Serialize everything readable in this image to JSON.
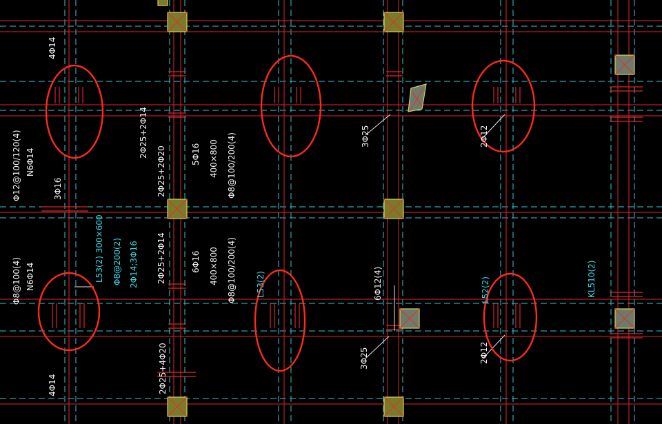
{
  "canvas": {
    "background": "#000000"
  },
  "colors": {
    "beam_line": "#35c8d8",
    "rebar": "#e0262a",
    "highlight_ring": "#ff2a1a",
    "column": "#d4d05a",
    "text_white": "#f2f2f2",
    "text_cyan": "#34d6e6"
  },
  "labels": {
    "top_left_4phi14": "4Φ14",
    "left_stirrup_top": "Φ12@100/120(4)",
    "left_n6_top": "N6Φ14",
    "left_3phi16": "3Φ16",
    "left_stirrup_bottom": "Φ8@100(4)",
    "left_n6_bottom": "N6Φ14",
    "bottom_left_4phi14": "4Φ14",
    "l53_name": "L53(2) 300×600",
    "l53_stirrup": "Φ8@200(2)",
    "l53_bars": "2Φ14;3Φ16",
    "mid_top_2phi25_2phi14": "2Φ25+2Φ14",
    "mid_top_2phi25_2phi20": "2Φ25+2Φ20",
    "mid_top_beam_bars": "5Φ16",
    "mid_top_beam_size": "400×800",
    "mid_top_beam_stirrup": "Φ8@100/200(4)",
    "mid_bottom_2phi25_2phi14": "2Φ25+2Φ14",
    "mid_bottom_beam_bars": "6Φ16",
    "mid_bottom_beam_size": "400×800",
    "mid_bottom_beam_stirrup": "Φ8@100/200(4)",
    "mid_bottom_2phi25_4phi20": "2Φ25+4Φ20",
    "l53_vertical": "L53(2)",
    "right_3phi25_top": "3Φ25",
    "right_6phi12": "6Φ12(4)",
    "right_3phi25_bottom": "3Φ25",
    "far_2phi12_top": "2Φ12",
    "l52": "L52(2)",
    "far_2phi12_bottom": "2Φ12",
    "kl510": "KL510(2)"
  }
}
